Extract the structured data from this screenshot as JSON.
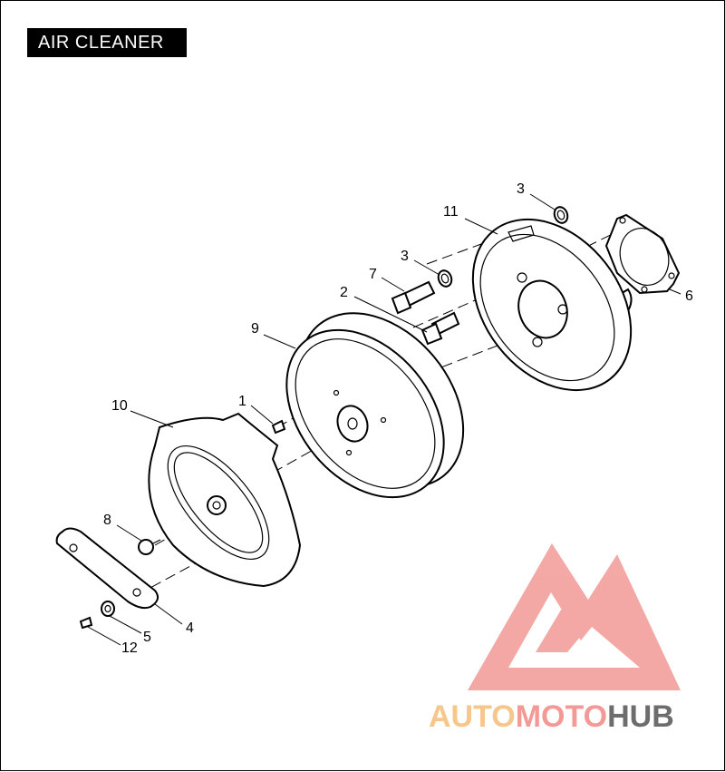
{
  "title": "AIR CLEANER",
  "callouts": [
    "1",
    "2",
    "3",
    "3",
    "4",
    "5",
    "6",
    "7",
    "8",
    "9",
    "10",
    "11",
    "12"
  ],
  "watermark": {
    "part1": "AUTO",
    "part2": "MOTO",
    "part3": "HUB",
    "color1": "#f6c68a",
    "color2": "#f39a96",
    "color3": "#6d6d6d",
    "logo_color": "#f29a96"
  }
}
